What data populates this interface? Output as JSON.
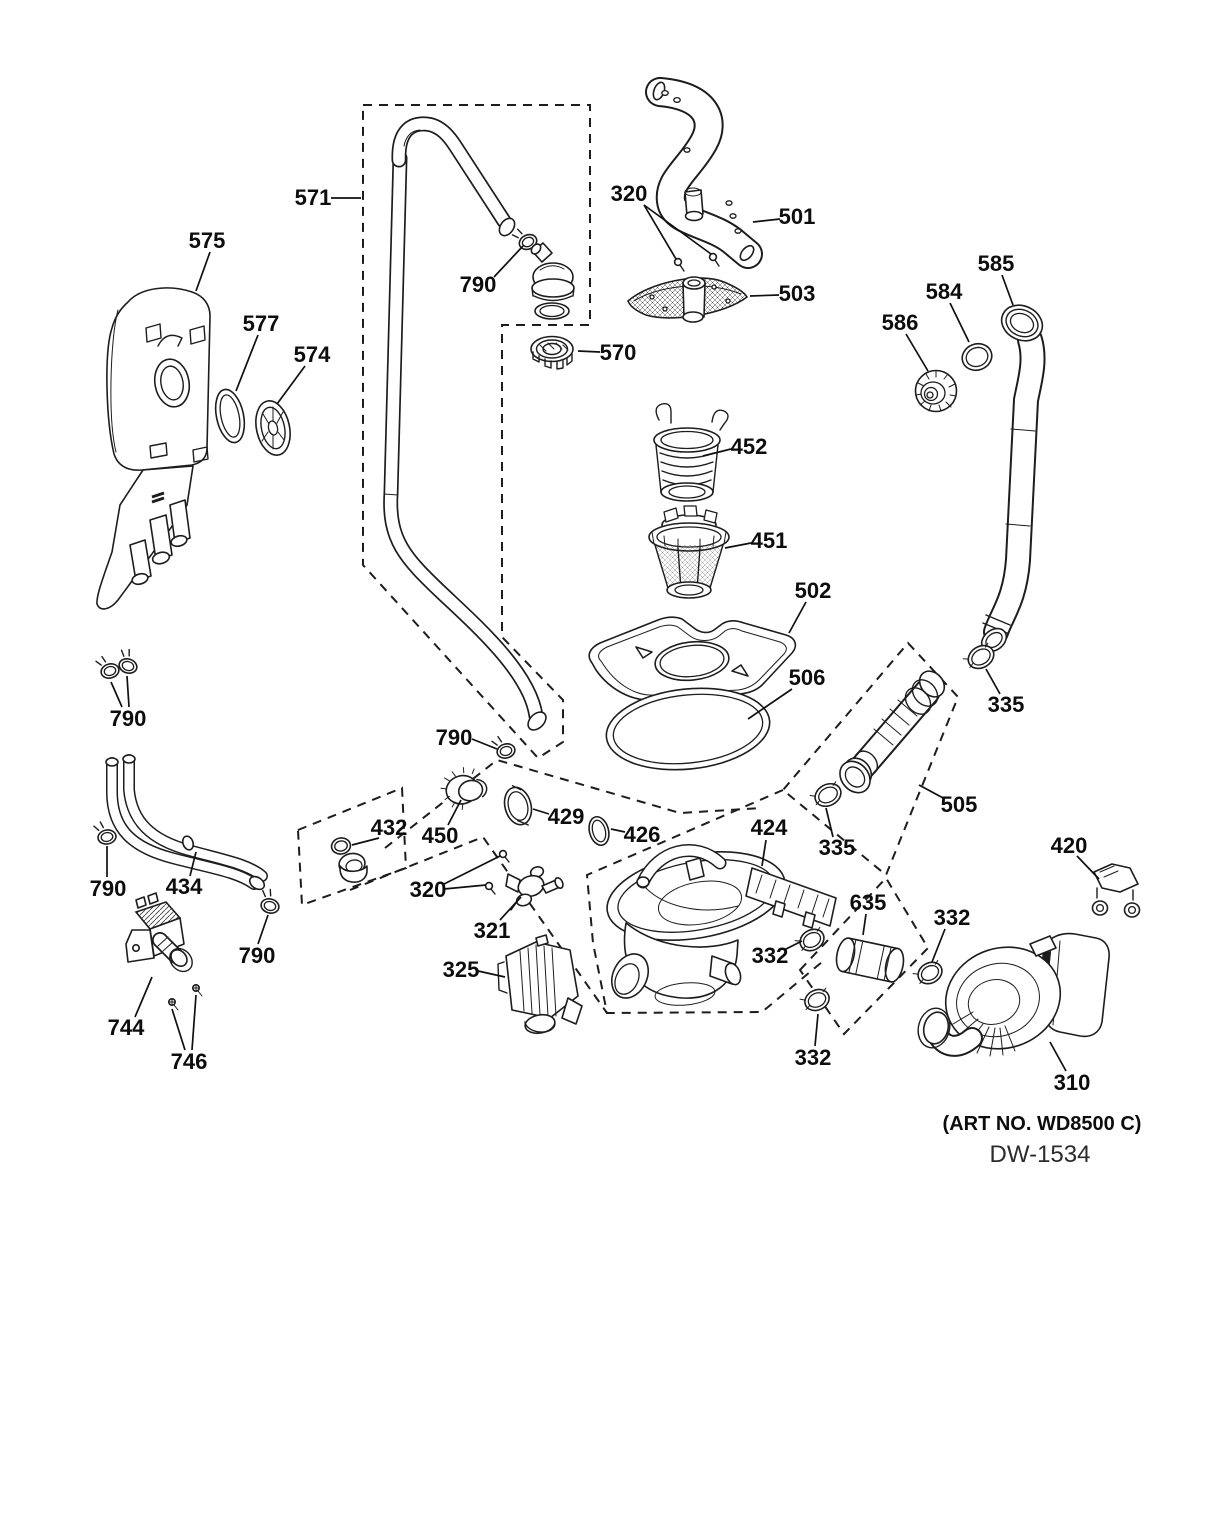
{
  "colors": {
    "ink": "#1d1d1d",
    "background": "#ffffff"
  },
  "footer": {
    "art_no": "(ART NO. WD8500 C)",
    "drawing_no": "DW-1534"
  },
  "labels": [
    {
      "part": "575",
      "text": "575"
    },
    {
      "part": "577",
      "text": "577"
    },
    {
      "part": "574",
      "text": "574"
    },
    {
      "part": "571",
      "text": "571"
    },
    {
      "part": "790-conduit-top-clamp",
      "text": "790"
    },
    {
      "part": "320-upper-screws",
      "text": "320"
    },
    {
      "part": "501",
      "text": "501"
    },
    {
      "part": "503",
      "text": "503"
    },
    {
      "part": "585",
      "text": "585"
    },
    {
      "part": "584",
      "text": "584"
    },
    {
      "part": "586",
      "text": "586"
    },
    {
      "part": "570",
      "text": "570"
    },
    {
      "part": "452",
      "text": "452"
    },
    {
      "part": "451",
      "text": "451"
    },
    {
      "part": "502",
      "text": "502"
    },
    {
      "part": "506",
      "text": "506"
    },
    {
      "part": "335-right-tube-clamp",
      "text": "335"
    },
    {
      "part": "505",
      "text": "505"
    },
    {
      "part": "790-inlet-clamps",
      "text": "790"
    },
    {
      "part": "790-hose-clamp",
      "text": "790"
    },
    {
      "part": "790-hose-end-clamp",
      "text": "790"
    },
    {
      "part": "790-conduit-bottom-clamp",
      "text": "790"
    },
    {
      "part": "434",
      "text": "434"
    },
    {
      "part": "432",
      "text": "432"
    },
    {
      "part": "450",
      "text": "450"
    },
    {
      "part": "429",
      "text": "429"
    },
    {
      "part": "426",
      "text": "426"
    },
    {
      "part": "320-sensor-screws",
      "text": "320"
    },
    {
      "part": "321",
      "text": "321"
    },
    {
      "part": "325",
      "text": "325"
    },
    {
      "part": "424",
      "text": "424"
    },
    {
      "part": "335-drain-hose-clamp",
      "text": "335"
    },
    {
      "part": "332-a",
      "text": "332"
    },
    {
      "part": "635",
      "text": "635"
    },
    {
      "part": "332-b",
      "text": "332"
    },
    {
      "part": "332-c",
      "text": "332"
    },
    {
      "part": "420",
      "text": "420"
    },
    {
      "part": "310",
      "text": "310"
    },
    {
      "part": "744",
      "text": "744"
    },
    {
      "part": "746",
      "text": "746"
    }
  ]
}
